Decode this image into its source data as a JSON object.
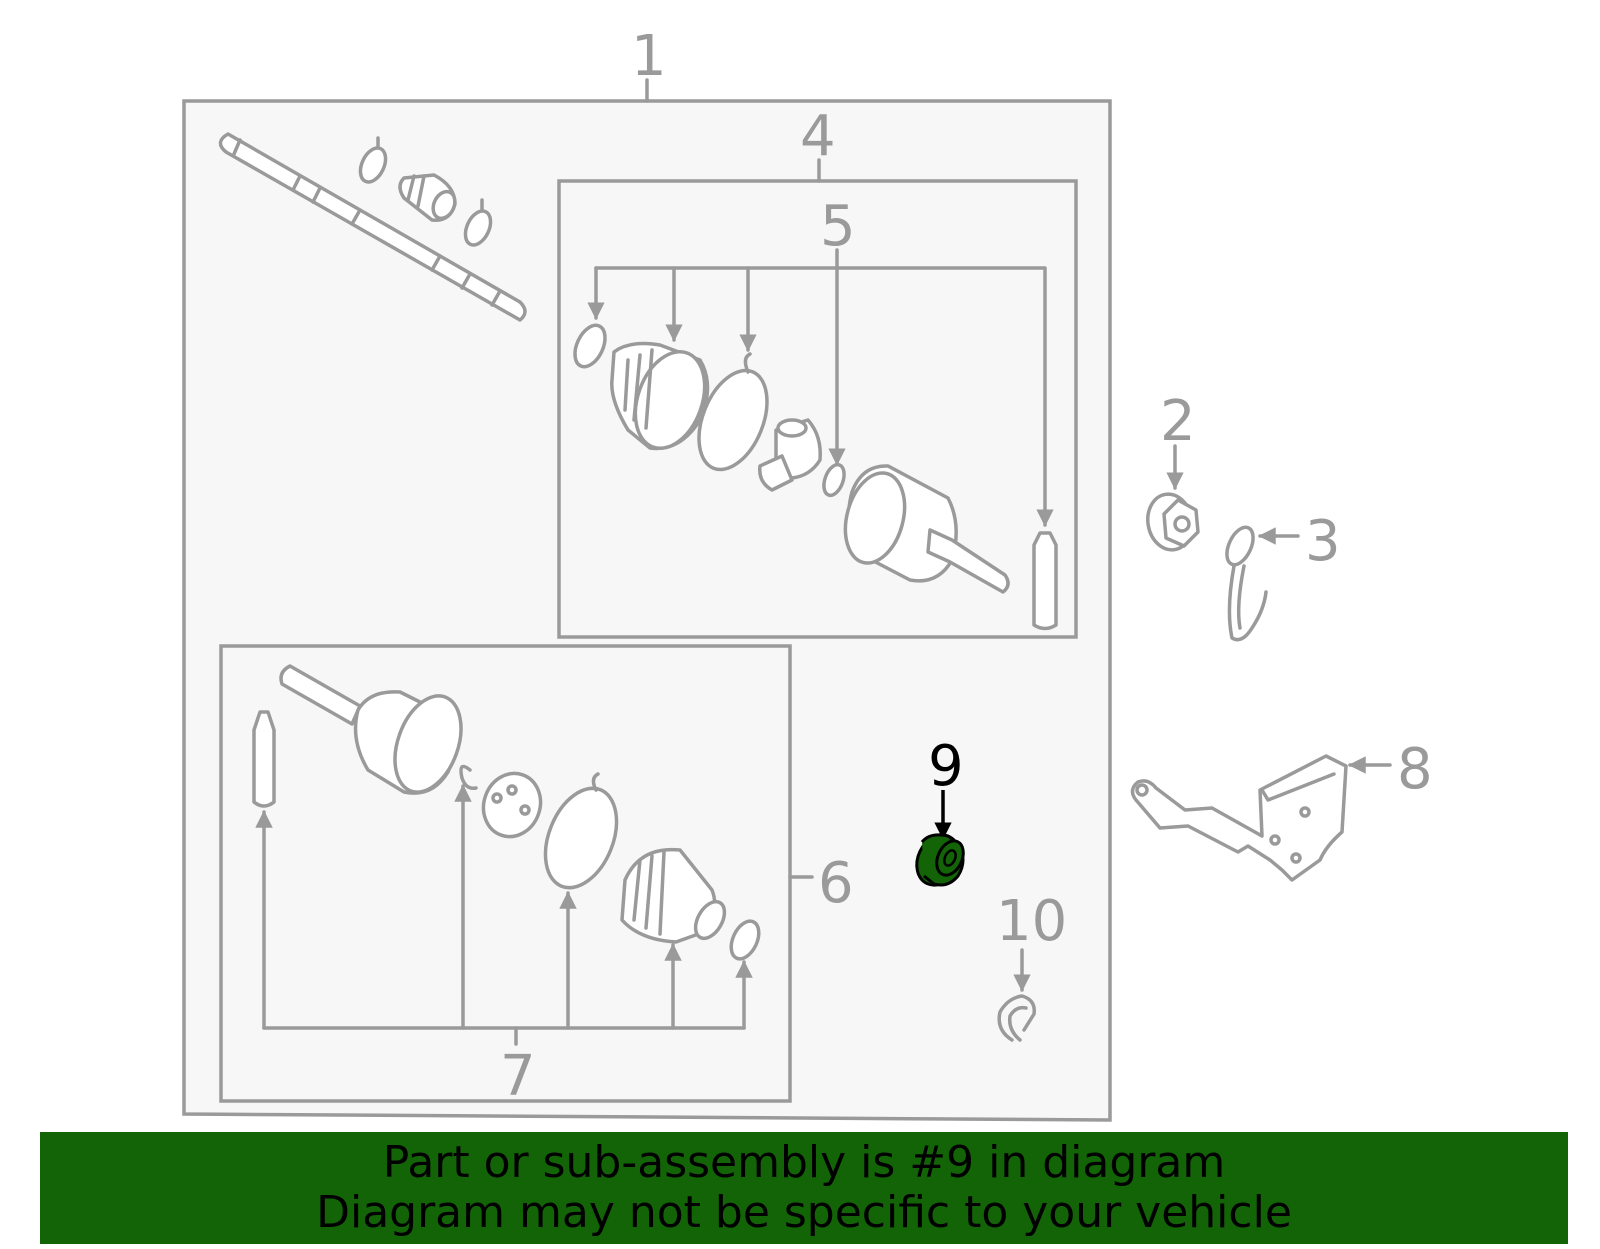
{
  "diagram": {
    "callouts": {
      "c1": "1",
      "c2": "2",
      "c3": "3",
      "c4": "4",
      "c5": "5",
      "c6": "6",
      "c7": "7",
      "c8": "8",
      "c9": "9",
      "c10": "10"
    },
    "highlighted_part": "9",
    "highlight_color": "#136307",
    "line_color": "#9a9a9a"
  },
  "banner": {
    "line1": "Part or sub-assembly is #9 in diagram",
    "line2": "Diagram may not be specific to your vehicle",
    "background": "#136307"
  }
}
